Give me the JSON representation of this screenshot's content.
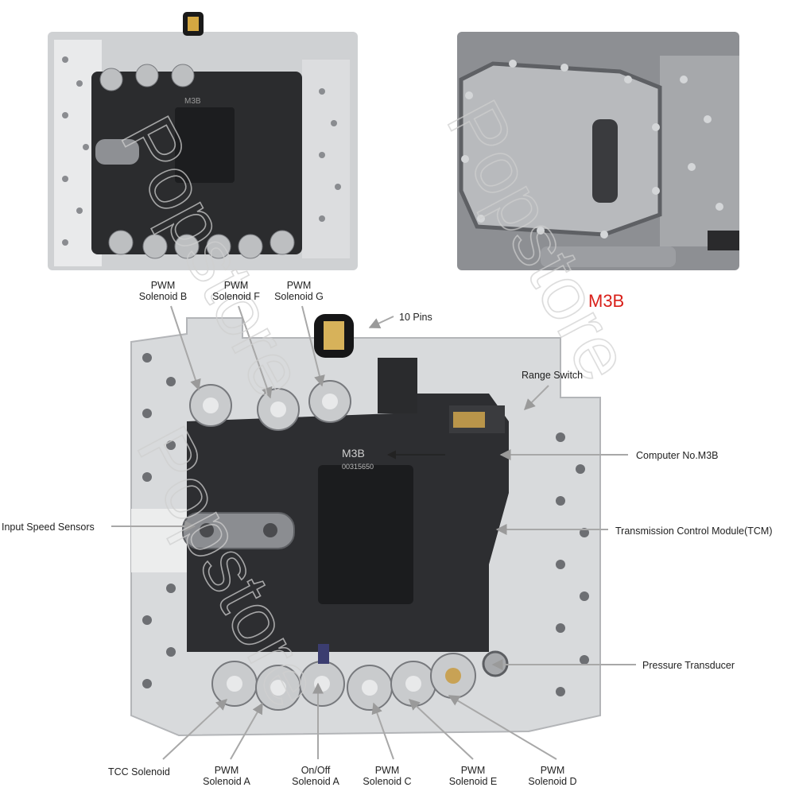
{
  "product_code": "M3B",
  "labels": {
    "pwm_b": [
      "PWM",
      "Solenoid B"
    ],
    "pwm_f": [
      "PWM",
      "Solenoid F"
    ],
    "pwm_g": [
      "PWM",
      "Solenoid G"
    ],
    "pins": "10 Pins",
    "range_switch": "Range Switch",
    "computer_no": "Computer No.M3B",
    "input_speed": "Input Speed Sensors",
    "tcm": "Transmission Control Module(TCM)",
    "pressure_transducer": "Pressure Transducer",
    "tcc": "TCC Solenoid",
    "pwm_a": [
      "PWM",
      "Solenoid A"
    ],
    "onoff_a": [
      "On/Off",
      "Solenoid A"
    ],
    "pwm_c": [
      "PWM",
      "Solenoid C"
    ],
    "pwm_e": [
      "PWM",
      "Solenoid E"
    ],
    "pwm_d": [
      "PWM",
      "Solenoid D"
    ]
  },
  "module_text": {
    "model": "M3B",
    "serial": "00315650"
  },
  "watermark": "Popstore"
}
